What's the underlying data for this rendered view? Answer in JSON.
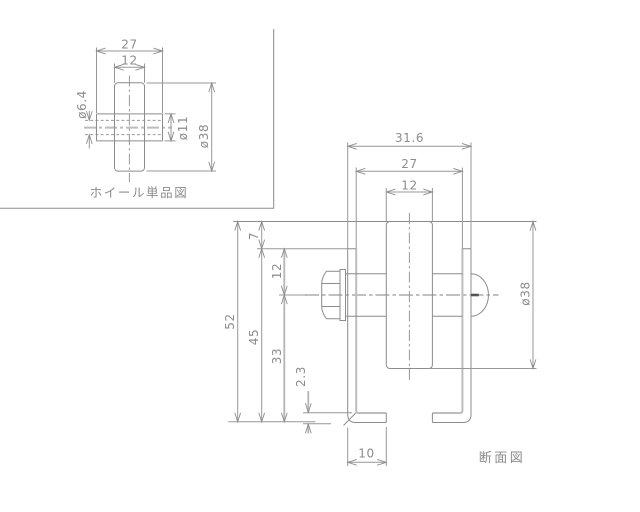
{
  "drawing": {
    "wheel_view": {
      "caption": "ホイール単品図",
      "dims": {
        "width_outer": "27",
        "width_body": "12",
        "dia_bore": "ø6.4",
        "dia_hub": "ø11",
        "dia_wheel": "ø38"
      }
    },
    "section_view": {
      "caption": "断面図",
      "dims": {
        "width_outer": "31.6",
        "width_inner": "27",
        "width_wheel": "12",
        "h_protrusion": "7",
        "h_axle": "12",
        "h_total": "52",
        "h_bracket": "45",
        "h_below_axle": "33",
        "sheet_thickness": "2.3",
        "flange_depth": "10",
        "dia_wheel": "ø38"
      }
    },
    "colors": {
      "background": "#ffffff",
      "line": "#8c8c8c",
      "thick_line": "#bdbdbd",
      "text": "#8c8c8c"
    }
  }
}
